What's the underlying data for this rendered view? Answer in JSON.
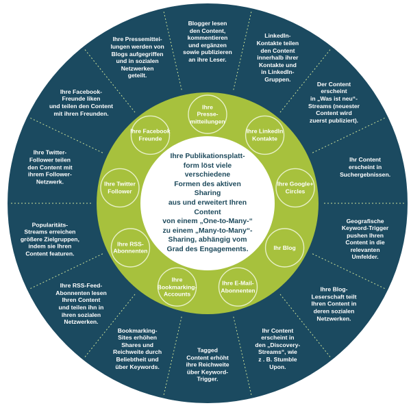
{
  "colors": {
    "outer_ring": "#1b4a60",
    "green_ring": "#a7c13d",
    "center": "#ffffff",
    "center_text": "#1e4a5c",
    "divider": "#cfe39a",
    "node_outline": "#e7f0c8"
  },
  "center_text": "Ihre Publikationsplatt-\nform löst viele verschiedene\nFormen des aktiven Sharing\naus und erweitert Ihren Content\nvon einem „One-to-Many-“\nzu einem „Many-to-Many“-\nSharing, abhängig vom\nGrad des Engagements.",
  "nodes": [
    {
      "label": "Ihre\nPresse-\nmitteilungen"
    },
    {
      "label": "Ihre LinkedIn\nKontakte"
    },
    {
      "label": "Ihre Google+\nCircles"
    },
    {
      "label": "Ihr Blog"
    },
    {
      "label": "Ihre E-Mail-\nAbonnenten"
    },
    {
      "label": "Ihre\nBookmarking-\nAccounts"
    },
    {
      "label": "Ihre RSS-\nAbonnenten"
    },
    {
      "label": "Ihre Twitter\nFollower"
    },
    {
      "label": "Ihre Facebook\nFreunde"
    }
  ],
  "outer_texts": [
    {
      "text": "Blogger lesen\nden Content,\nkommentieren\nund ergänzen\nsowie publizieren\nan ihre Leser."
    },
    {
      "text": "LinkedIn-\nKontakte teilen\nden Content\ninnerhalb ihrer\nKontakte und\nin LinkedIn-\nGruppen."
    },
    {
      "text": "Der Content\nerscheint\nin „Was ist neu“-\nStreams (neuester\nContent wird\nzuerst publiziert)."
    },
    {
      "text": "Ihr Content\nerscheint in\nSuchergebnissen."
    },
    {
      "text": "Geografische\nKeyword-Trigger\npushen Ihren\nContent in die\nrelevanten\nUmfelder."
    },
    {
      "text": "Ihre Blog-\nLeserschaft teilt\nIhren Content in\nderen sozialen\nNetzwerken."
    },
    {
      "text": "Ihr Content\nerscheint in\nden „Discovery-\nStreams“, wie\nz . B. Stumble\nUpon."
    },
    {
      "text": "Tagged\nContent erhöht\nihre Reichweite\nüber Keyword-\nTrigger."
    },
    {
      "text": "Bookmarking-\nSites erhöhen\nShares und\nReichweite durch\nBeliebtheit und\nüber Keywords."
    },
    {
      "text": "Ihre RSS-Feed-\nAbonnenten lesen\nIhren Content\nund teilen ihn in\nihren sozialen\nNetzwerken."
    },
    {
      "text": "Popularitäts-\nStreams erreichen\ngrößere Zielgruppen,\nindem sie Ihren\nContent featuren."
    },
    {
      "text": "Ihre Twitter-\nFollower teilen\nden Content mit\nihrem Follower-\nNetzwerk."
    },
    {
      "text": "Ihre Facebook-\nFreunde liken\nund teilen den Content\nmit ihren Freunden."
    },
    {
      "text": "Ihre Pressemittei-\nlungen werden von\nBlogs aufgegriffen\nund in sozialen\nNetzwerken\ngeteilt."
    }
  ]
}
